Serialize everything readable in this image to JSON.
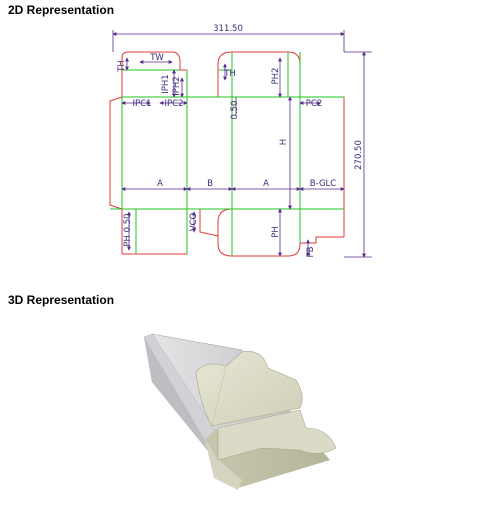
{
  "sections": {
    "title_2d": "2D Representation",
    "title_3d": "3D Representation"
  },
  "dimensions": {
    "overall_width": "311.50",
    "overall_height": "270.50",
    "small_dim": "0.50"
  },
  "labels": {
    "tw": "TW",
    "th_left": "TH",
    "th_right": "TH",
    "iph1": "IPH1",
    "iph2": "IPH2",
    "ph2": "PH2",
    "ipc1": "IPC1",
    "ipc2": "IPC2",
    "pc2": "PC2",
    "h": "H",
    "a_left": "A",
    "b": "B",
    "a_right": "A",
    "b_glc": "B-GLC",
    "ph_left": "PH 0.50",
    "vco": "VCO",
    "ph_right": "PH",
    "pb": "PB"
  },
  "colors": {
    "cut_line": "#e23a3a",
    "fold_line": "#22c422",
    "dimension": "#5a2a8a",
    "box_side_gray": "#c9c9cc",
    "box_flap_cream": "#dcdcc8"
  }
}
